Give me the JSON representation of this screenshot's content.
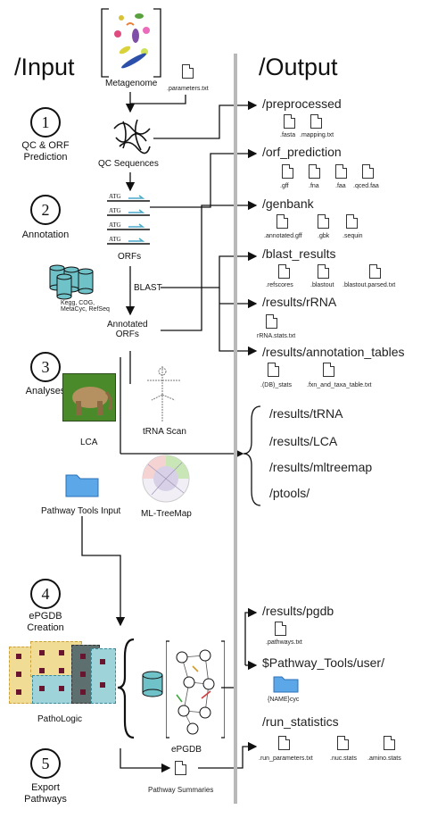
{
  "headers": {
    "input": "/Input",
    "output": "/Output"
  },
  "steps": [
    {
      "num": "1",
      "label": "QC & ORF\nPrediction"
    },
    {
      "num": "2",
      "label": "Annotation"
    },
    {
      "num": "3",
      "label": "Analyses"
    },
    {
      "num": "4",
      "label": "ePGDB\nCreation"
    },
    {
      "num": "5",
      "label": "Export\nPathways"
    }
  ],
  "input_nodes": {
    "metagenome": "Metagenome",
    "parameters": ".parameters.txt",
    "qc_sequences": "QC Sequences",
    "orfs": "ORFs",
    "atg": "ATG",
    "databases": "Kegg, COG,\nMetaCyc, RefSeq",
    "blast": "BLAST",
    "annotated_orfs": "Annotated\nORFs",
    "lca": "LCA",
    "trna_scan": "tRNA Scan",
    "pathway_tools_input": "Pathway Tools Input",
    "ml_treemap": "ML-TreeMap",
    "pathologic": "PathoLogic",
    "epgdb": "ePGDB",
    "pathway_summaries": "Pathway Summaries"
  },
  "outputs": [
    {
      "dir": "/preprocessed",
      "files": [
        ".fasta",
        ".mapping.txt"
      ]
    },
    {
      "dir": "/orf_prediction",
      "files": [
        ".gff",
        ".fna",
        ".faa",
        ".qced.faa"
      ]
    },
    {
      "dir": "/genbank",
      "files": [
        ".annotated.gff",
        ".gbk",
        ".sequin"
      ]
    },
    {
      "dir": "/blast_results",
      "files": [
        ".refscores",
        ".blastout",
        ".blastout.parsed.txt"
      ]
    },
    {
      "dir": "/results/rRNA",
      "files": [
        "rRNA.stats.txt"
      ]
    },
    {
      "dir": "/results/annotation_tables",
      "files": [
        ".(DB)_stats",
        ".fxn_and_taxa_table.txt"
      ]
    },
    {
      "dir": "/results/tRNA",
      "files": []
    },
    {
      "dir": "/results/LCA",
      "files": []
    },
    {
      "dir": "/results/mltreemap",
      "files": []
    },
    {
      "dir": "/ptools/",
      "files": []
    },
    {
      "dir": "/results/pgdb",
      "files": [
        ".pathways.txt"
      ]
    },
    {
      "dir": "$Pathway_Tools/user/",
      "files": [
        "{NAME}cyc"
      ]
    },
    {
      "dir": "/run_statistics",
      "files": [
        ".run_parameters.txt",
        ".nuc.stats",
        ".amino.stats"
      ]
    }
  ]
}
